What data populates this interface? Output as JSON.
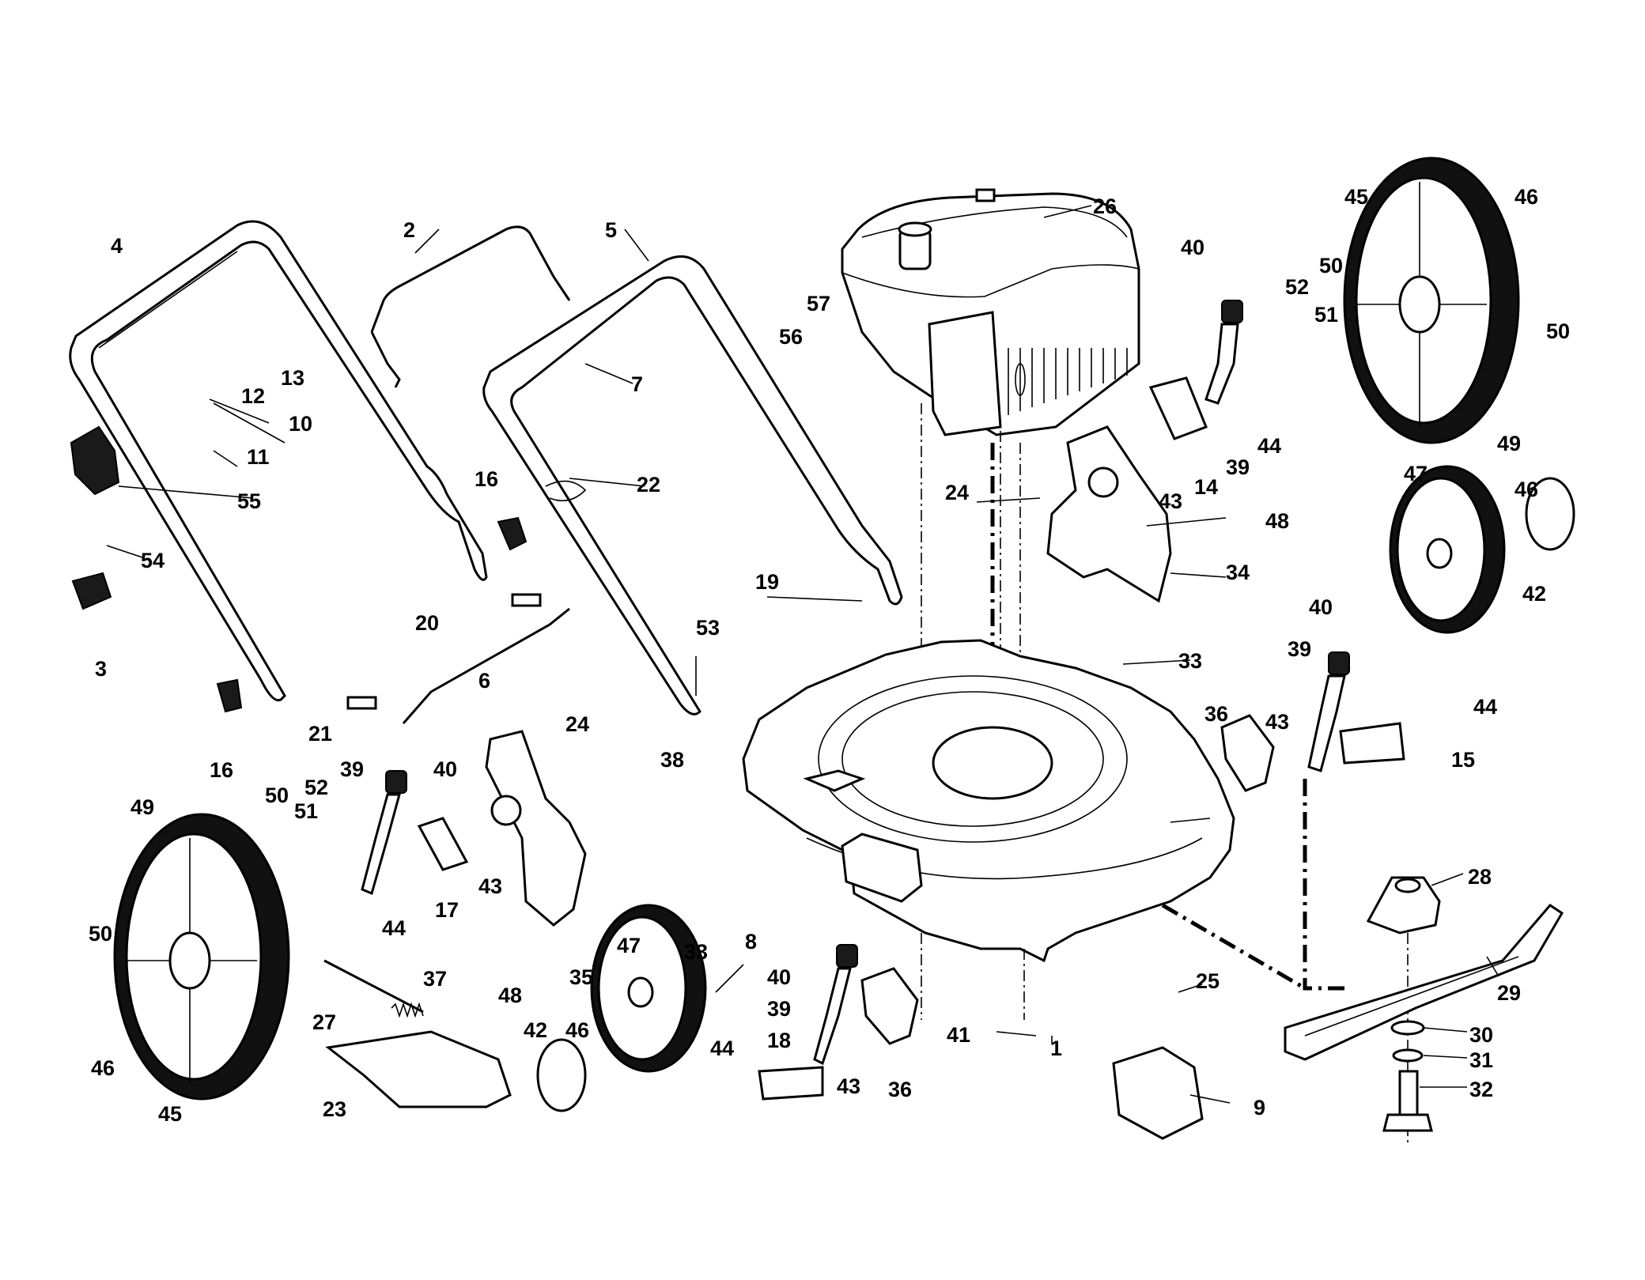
{
  "title": "",
  "part_labels": [
    {
      "id": "l1",
      "text": "1"
    },
    {
      "id": "l2",
      "text": "2"
    },
    {
      "id": "l3",
      "text": "3"
    },
    {
      "id": "l4",
      "text": "4"
    },
    {
      "id": "l5",
      "text": "5"
    },
    {
      "id": "l6",
      "text": "6"
    },
    {
      "id": "l7",
      "text": "7"
    },
    {
      "id": "l8",
      "text": "8"
    },
    {
      "id": "l9",
      "text": "9"
    },
    {
      "id": "l10",
      "text": "10"
    },
    {
      "id": "l11",
      "text": "11"
    },
    {
      "id": "l12",
      "text": "12"
    },
    {
      "id": "l13",
      "text": "13"
    },
    {
      "id": "l14",
      "text": "14"
    },
    {
      "id": "l15",
      "text": "15"
    },
    {
      "id": "l16a",
      "text": "16"
    },
    {
      "id": "l16b",
      "text": "16"
    },
    {
      "id": "l17",
      "text": "17"
    },
    {
      "id": "l18",
      "text": "18"
    },
    {
      "id": "l19",
      "text": "19"
    },
    {
      "id": "l20",
      "text": "20"
    },
    {
      "id": "l21",
      "text": "21"
    },
    {
      "id": "l22",
      "text": "22"
    },
    {
      "id": "l23",
      "text": "23"
    },
    {
      "id": "l24a",
      "text": "24"
    },
    {
      "id": "l24b",
      "text": "24"
    },
    {
      "id": "l25",
      "text": "25"
    },
    {
      "id": "l26",
      "text": "26"
    },
    {
      "id": "l27",
      "text": "27"
    },
    {
      "id": "l28",
      "text": "28"
    },
    {
      "id": "l29",
      "text": "29"
    },
    {
      "id": "l30",
      "text": "30"
    },
    {
      "id": "l31",
      "text": "31"
    },
    {
      "id": "l32",
      "text": "32"
    },
    {
      "id": "l33a",
      "text": "33"
    },
    {
      "id": "l33b",
      "text": "33"
    },
    {
      "id": "l34",
      "text": "34"
    },
    {
      "id": "l35",
      "text": "35"
    },
    {
      "id": "l36a",
      "text": "36"
    },
    {
      "id": "l36b",
      "text": "36"
    },
    {
      "id": "l37",
      "text": "37"
    },
    {
      "id": "l38",
      "text": "38"
    },
    {
      "id": "l39a",
      "text": "39"
    },
    {
      "id": "l39b",
      "text": "39"
    },
    {
      "id": "l39c",
      "text": "39"
    },
    {
      "id": "l39d",
      "text": "39"
    },
    {
      "id": "l40a",
      "text": "40"
    },
    {
      "id": "l40b",
      "text": "40"
    },
    {
      "id": "l40c",
      "text": "40"
    },
    {
      "id": "l40d",
      "text": "40"
    },
    {
      "id": "l41",
      "text": "41"
    },
    {
      "id": "l42a",
      "text": "42"
    },
    {
      "id": "l42b",
      "text": "42"
    },
    {
      "id": "l43a",
      "text": "43"
    },
    {
      "id": "l43b",
      "text": "43"
    },
    {
      "id": "l43c",
      "text": "43"
    },
    {
      "id": "l43d",
      "text": "43"
    },
    {
      "id": "l44a",
      "text": "44"
    },
    {
      "id": "l44b",
      "text": "44"
    },
    {
      "id": "l44c",
      "text": "44"
    },
    {
      "id": "l44d",
      "text": "44"
    },
    {
      "id": "l45a",
      "text": "45"
    },
    {
      "id": "l45b",
      "text": "45"
    },
    {
      "id": "l46a",
      "text": "46"
    },
    {
      "id": "l46b",
      "text": "46"
    },
    {
      "id": "l46c",
      "text": "46"
    },
    {
      "id": "l46d",
      "text": "46"
    },
    {
      "id": "l47a",
      "text": "47"
    },
    {
      "id": "l47b",
      "text": "47"
    },
    {
      "id": "l48a",
      "text": "48"
    },
    {
      "id": "l48b",
      "text": "48"
    },
    {
      "id": "l49a",
      "text": "49"
    },
    {
      "id": "l49b",
      "text": "49"
    },
    {
      "id": "l50a",
      "text": "50"
    },
    {
      "id": "l50b",
      "text": "50"
    },
    {
      "id": "l50c",
      "text": "50"
    },
    {
      "id": "l50d",
      "text": "50"
    },
    {
      "id": "l51a",
      "text": "51"
    },
    {
      "id": "l51b",
      "text": "51"
    },
    {
      "id": "l52a",
      "text": "52"
    },
    {
      "id": "l52b",
      "text": "52"
    },
    {
      "id": "l53",
      "text": "53"
    },
    {
      "id": "l54",
      "text": "54"
    },
    {
      "id": "l55",
      "text": "55"
    },
    {
      "id": "l56",
      "text": "56"
    },
    {
      "id": "l57",
      "text": "57"
    }
  ],
  "colors": {
    "line": "#000000",
    "background": "#ffffff",
    "tire": "#111111",
    "shade": "#e6e6e6"
  }
}
